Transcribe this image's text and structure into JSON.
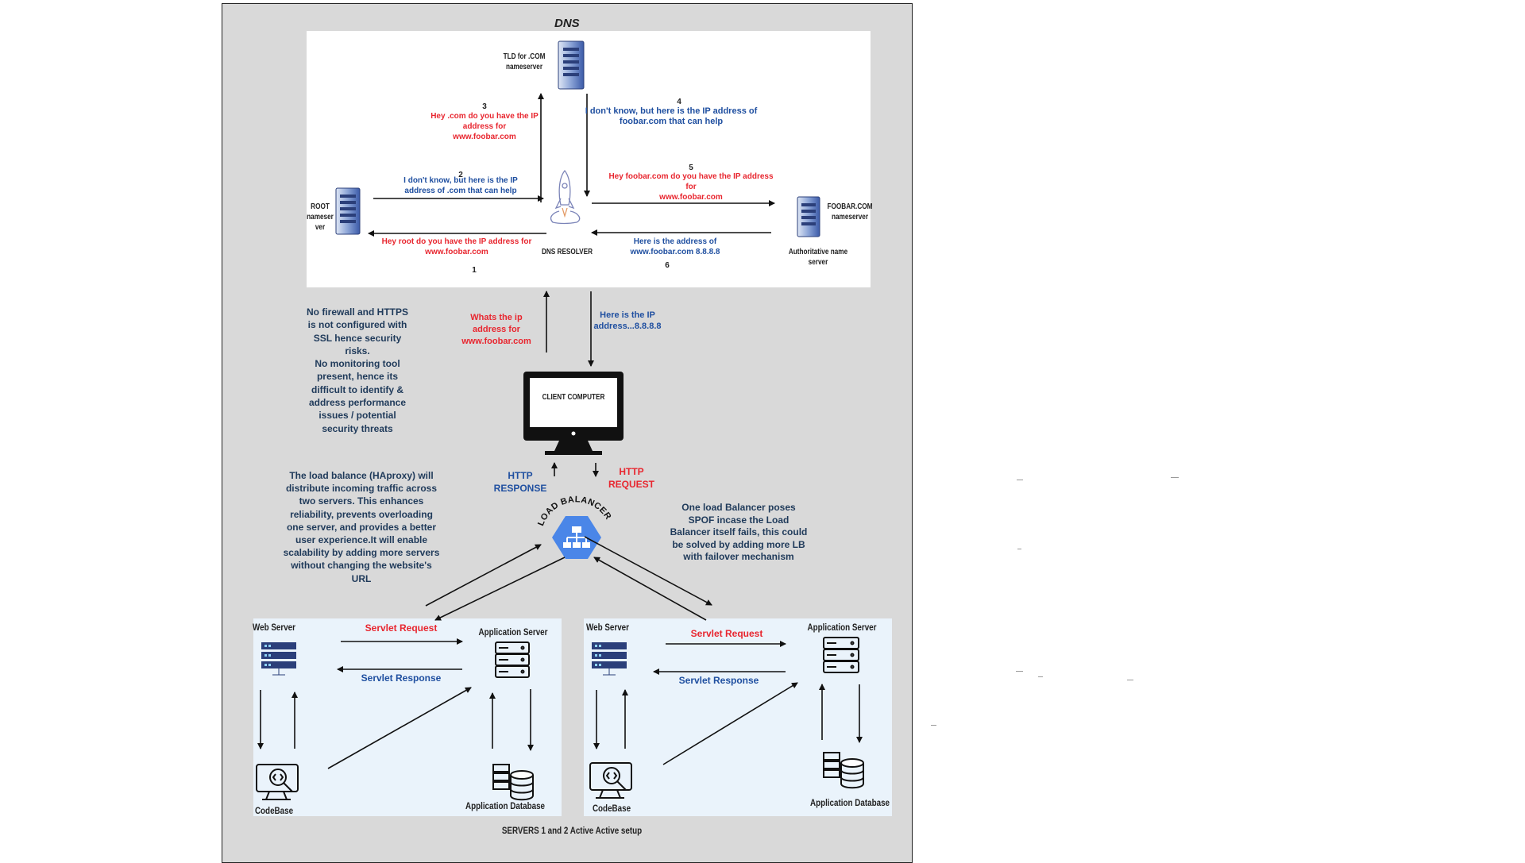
{
  "dns": {
    "title": "DNS",
    "tld_label": [
      "TLD for .COM",
      "nameserver"
    ],
    "root_label": [
      "ROOT",
      "nameser",
      "ver"
    ],
    "resolver_label": "DNS RESOLVER",
    "foobar_label": [
      "FOOBAR.COM",
      "nameserver"
    ],
    "auth_label": [
      "Authoritative name",
      "server"
    ],
    "step1": {
      "num": "1",
      "text": [
        "Hey root do you have the IP address for",
        "www.foobar.com"
      ]
    },
    "step2": {
      "num": "2",
      "text": [
        "I don't know, but here is the IP",
        "address of .com that can help"
      ]
    },
    "step3": {
      "num": "3",
      "text": [
        "Hey .com  do you have the IP",
        "address for",
        "www.foobar.com"
      ]
    },
    "step4": {
      "num": "4",
      "text": [
        "I don't know, but here is the IP address of",
        "foobar.com that can help"
      ]
    },
    "step5": {
      "num": "5",
      "text": [
        "Hey foobar.com do you have the IP address",
        "for",
        "www.foobar.com"
      ]
    },
    "step6": {
      "num": "6",
      "text": [
        "Here is the address of",
        "www.foobar.com 8.8.8.8"
      ]
    }
  },
  "client": {
    "label": "CLIENT COMPUTER",
    "query": [
      "Whats the ip",
      "address for",
      "www.foobar.com"
    ],
    "answer": [
      "Here is the IP",
      "address...8.8.8.8"
    ],
    "http_response": [
      "HTTP",
      "RESPONSE"
    ],
    "http_request": [
      "HTTP",
      "REQUEST"
    ]
  },
  "notes": {
    "security": [
      "No firewall and HTTPS",
      "is not configured with",
      "SSL hence security",
      "risks.",
      "No monitoring tool",
      "present, hence  its",
      "difficult  to identify &",
      "address performance",
      "issues / potential",
      "security threats"
    ],
    "load_balance": [
      "The load balance  (HAproxy) will",
      "distribute incoming traffic across",
      "two servers. This enhances",
      "reliability, prevents overloading",
      "one server, and provides a better",
      "user experience.It will enable",
      "scalability by adding more servers",
      "without changing the website's",
      "URL"
    ],
    "spof": [
      "One load Balancer poses",
      "SPOF incase the Load",
      "Balancer itself fails, this could",
      "be solved by adding more LB",
      "with failover mechanism"
    ]
  },
  "load_balancer": {
    "label": "LOAD BALANCER",
    "color": "#4a86e8"
  },
  "server1": {
    "web_server": "Web Server",
    "app_server": "Application Server",
    "servlet_request": "Servlet Request",
    "servlet_response": "Servlet Response",
    "codebase": "CodeBase",
    "app_db": "Application Database"
  },
  "server2": {
    "web_server": "Web Server",
    "app_server": "Application Server",
    "servlet_request": "Servlet Request",
    "servlet_response": "Servlet Response",
    "codebase": "CodeBase",
    "app_db": "Application Database"
  },
  "footer": "SERVERS 1 and 2  Active Active setup",
  "colors": {
    "request": "#e8262f",
    "response": "#1f4fa0",
    "frame_bg": "#d9d9d9",
    "server_panel": "#eaf3fb"
  }
}
